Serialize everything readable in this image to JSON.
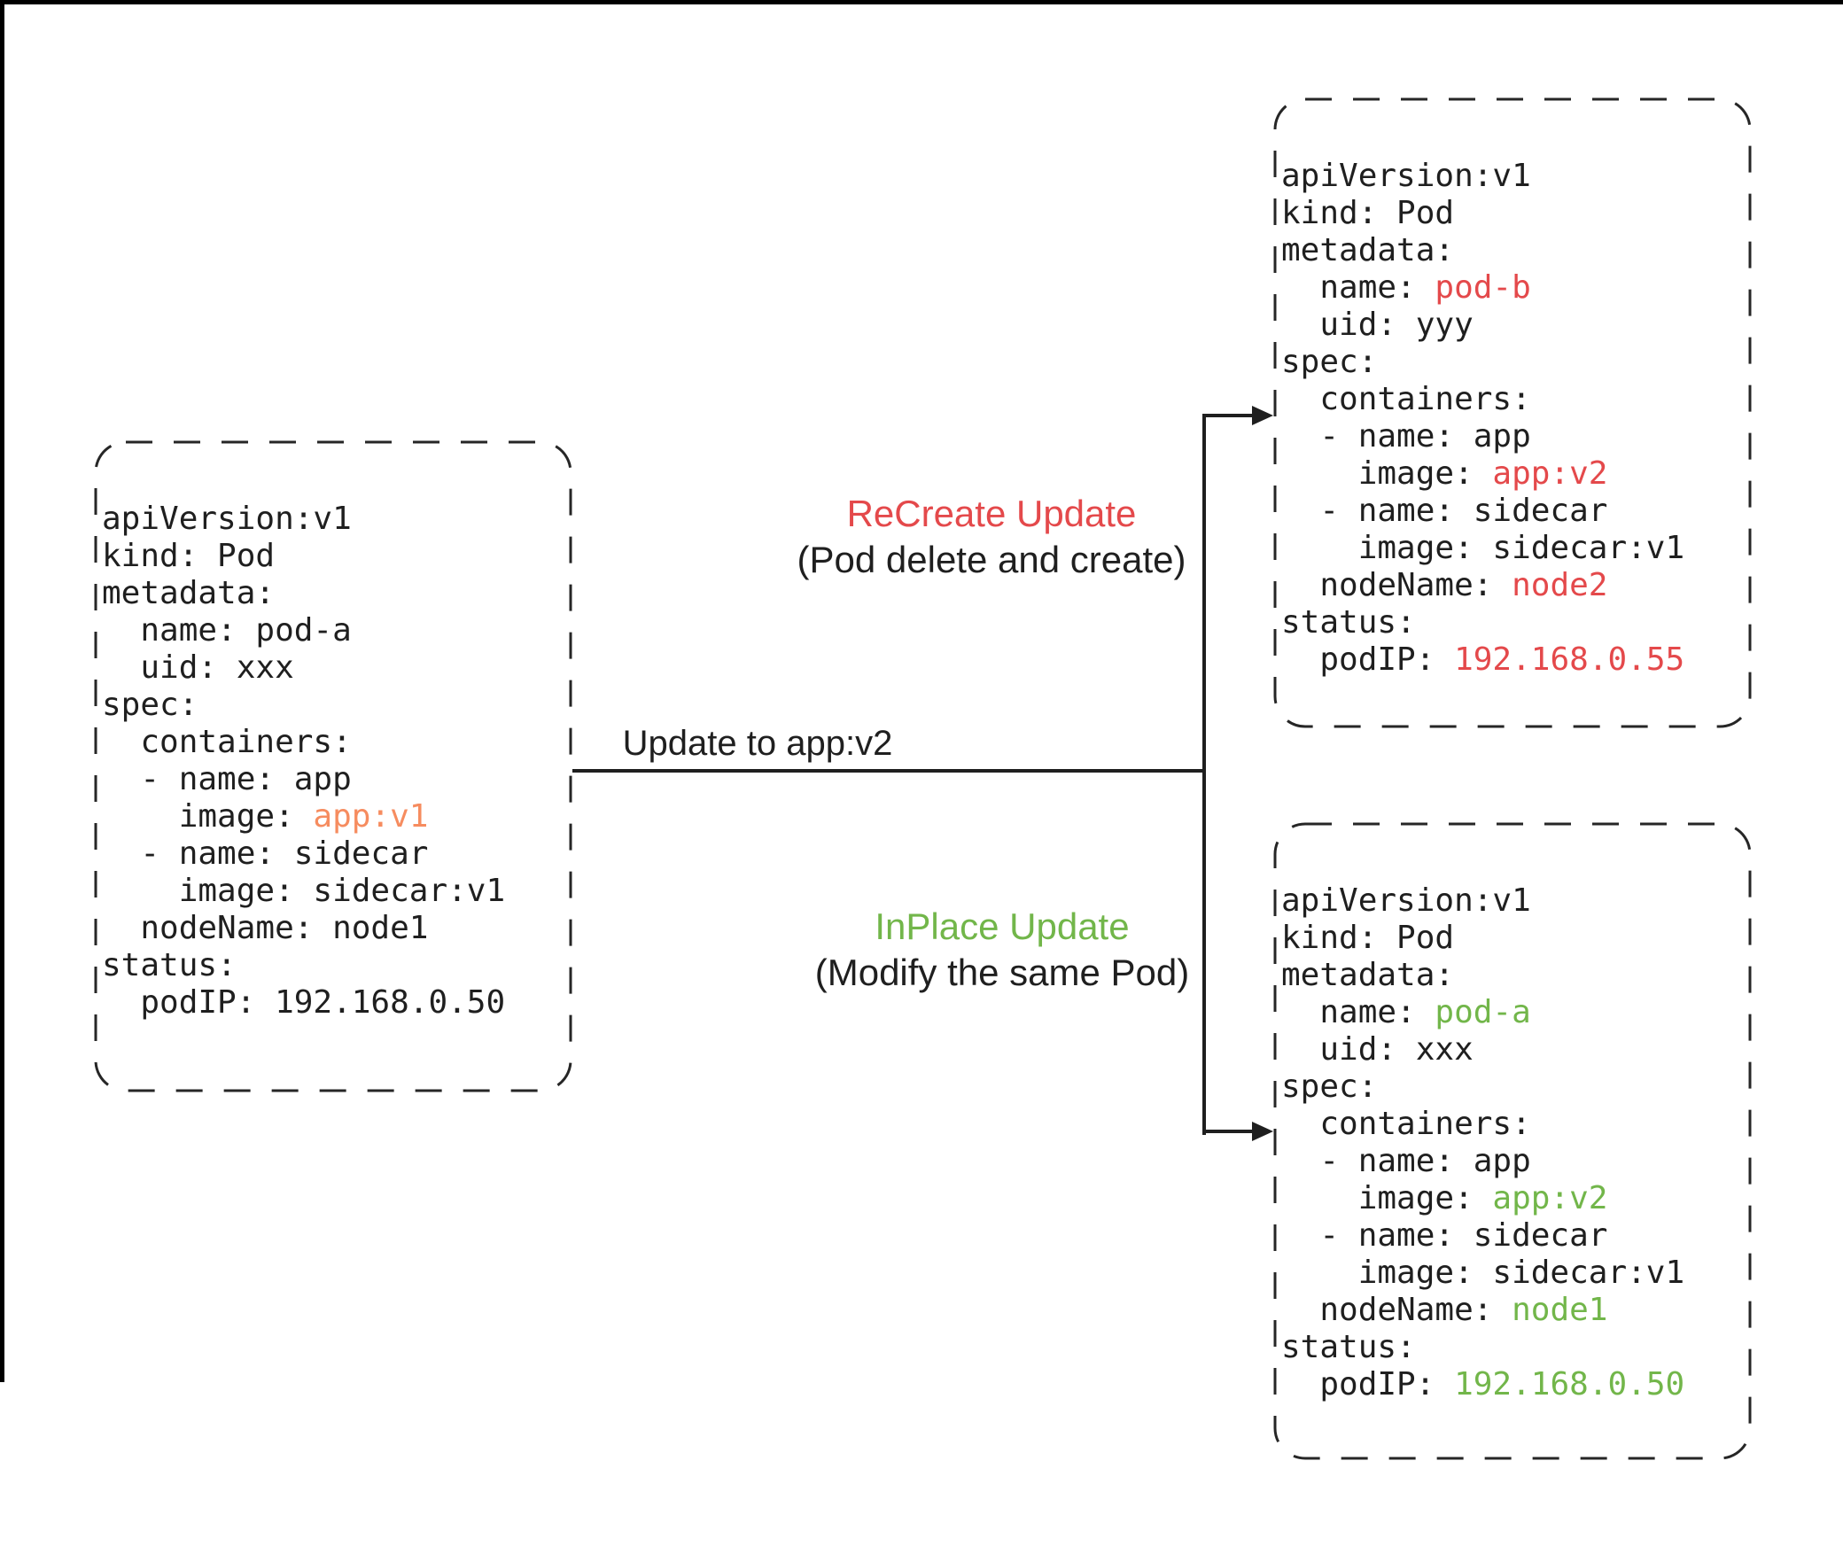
{
  "colors": {
    "red": "#e4494b",
    "orange": "#f68c5f",
    "green": "#72b64a",
    "ink": "#1f1f1f"
  },
  "labels": {
    "update_to": "Update to app:v2",
    "recreate_title": "ReCreate Update",
    "recreate_subtitle": "(Pod delete and create)",
    "inplace_title": "InPlace Update",
    "inplace_subtitle": "(Modify the same Pod)"
  },
  "boxes": {
    "pod_a_v1": {
      "lines": [
        {
          "segments": [
            {
              "t": "apiVersion:v1"
            }
          ]
        },
        {
          "segments": [
            {
              "t": "kind: Pod"
            }
          ]
        },
        {
          "segments": [
            {
              "t": "metadata:"
            }
          ]
        },
        {
          "segments": [
            {
              "t": "  name: pod-a"
            }
          ]
        },
        {
          "segments": [
            {
              "t": "  uid: xxx"
            }
          ]
        },
        {
          "segments": [
            {
              "t": "spec:"
            }
          ]
        },
        {
          "segments": [
            {
              "t": "  containers:"
            }
          ]
        },
        {
          "segments": [
            {
              "t": "  - name: app"
            }
          ]
        },
        {
          "segments": [
            {
              "t": "    image: "
            },
            {
              "t": "app:v1",
              "c": "orange"
            }
          ]
        },
        {
          "segments": [
            {
              "t": "  - name: sidecar"
            }
          ]
        },
        {
          "segments": [
            {
              "t": "    image: sidecar:v1"
            }
          ]
        },
        {
          "segments": [
            {
              "t": "  nodeName: node1"
            }
          ]
        },
        {
          "segments": [
            {
              "t": "status:"
            }
          ]
        },
        {
          "segments": [
            {
              "t": "  podIP: 192.168.0.50"
            }
          ]
        }
      ]
    },
    "pod_b_recreate": {
      "lines": [
        {
          "segments": [
            {
              "t": "apiVersion:v1"
            }
          ]
        },
        {
          "segments": [
            {
              "t": "kind: Pod"
            }
          ]
        },
        {
          "segments": [
            {
              "t": "metadata:"
            }
          ]
        },
        {
          "segments": [
            {
              "t": "  name: "
            },
            {
              "t": "pod-b",
              "c": "red"
            }
          ]
        },
        {
          "segments": [
            {
              "t": "  uid: yyy"
            }
          ]
        },
        {
          "segments": [
            {
              "t": "spec:"
            }
          ]
        },
        {
          "segments": [
            {
              "t": "  containers:"
            }
          ]
        },
        {
          "segments": [
            {
              "t": "  - name: app"
            }
          ]
        },
        {
          "segments": [
            {
              "t": "    image: "
            },
            {
              "t": "app:v2",
              "c": "red"
            }
          ]
        },
        {
          "segments": [
            {
              "t": "  - name: sidecar"
            }
          ]
        },
        {
          "segments": [
            {
              "t": "    image: sidecar:v1"
            }
          ]
        },
        {
          "segments": [
            {
              "t": "  nodeName: "
            },
            {
              "t": "node2",
              "c": "red"
            }
          ]
        },
        {
          "segments": [
            {
              "t": "status:"
            }
          ]
        },
        {
          "segments": [
            {
              "t": "  podIP: "
            },
            {
              "t": "192.168.0.55",
              "c": "red"
            }
          ]
        }
      ]
    },
    "pod_a_inplace": {
      "lines": [
        {
          "segments": [
            {
              "t": "apiVersion:v1"
            }
          ]
        },
        {
          "segments": [
            {
              "t": "kind: Pod"
            }
          ]
        },
        {
          "segments": [
            {
              "t": "metadata:"
            }
          ]
        },
        {
          "segments": [
            {
              "t": "  name: "
            },
            {
              "t": "pod-a",
              "c": "green"
            }
          ]
        },
        {
          "segments": [
            {
              "t": "  uid: xxx"
            }
          ]
        },
        {
          "segments": [
            {
              "t": "spec:"
            }
          ]
        },
        {
          "segments": [
            {
              "t": "  containers:"
            }
          ]
        },
        {
          "segments": [
            {
              "t": "  - name: app"
            }
          ]
        },
        {
          "segments": [
            {
              "t": "    image: "
            },
            {
              "t": "app:v2",
              "c": "green"
            }
          ]
        },
        {
          "segments": [
            {
              "t": "  - name: sidecar"
            }
          ]
        },
        {
          "segments": [
            {
              "t": "    image: sidecar:v1"
            }
          ]
        },
        {
          "segments": [
            {
              "t": "  nodeName: "
            },
            {
              "t": "node1",
              "c": "green"
            }
          ]
        },
        {
          "segments": [
            {
              "t": "status:"
            }
          ]
        },
        {
          "segments": [
            {
              "t": "  podIP: "
            },
            {
              "t": "192.168.0.50",
              "c": "green"
            }
          ]
        }
      ]
    }
  }
}
